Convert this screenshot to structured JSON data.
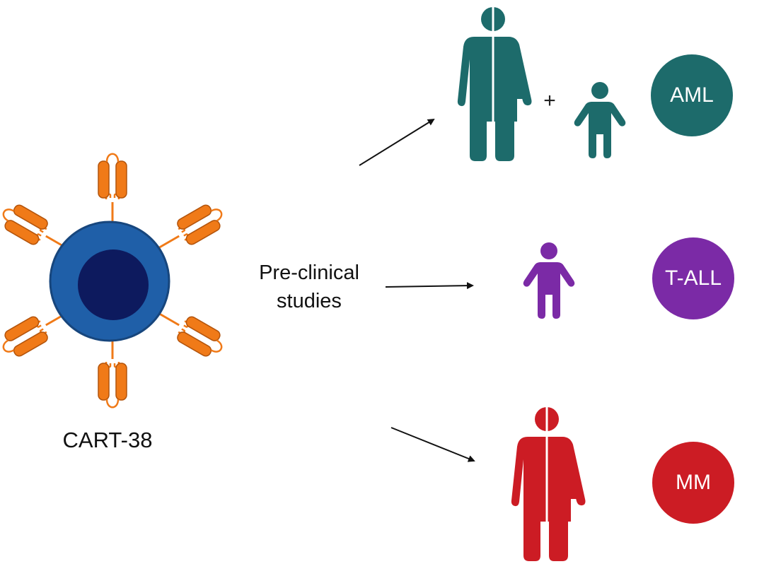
{
  "cell": {
    "label": "CART-38",
    "membrane_color": "#1f5fa8",
    "nucleus_color": "#0d1a5e",
    "receptor_color": "#f07a18"
  },
  "process": {
    "line1": "Pre-clinical",
    "line2": "studies"
  },
  "targets": [
    {
      "badge": "AML",
      "color": "#1d6b6b",
      "figures": [
        "adult-unisex-icon",
        "child-icon"
      ],
      "connector": "+"
    },
    {
      "badge": "T-ALL",
      "color": "#7b2aa6",
      "figures": [
        "child-icon"
      ]
    },
    {
      "badge": "MM",
      "color": "#cc1c24",
      "figures": [
        "adult-unisex-icon"
      ]
    }
  ],
  "arrow_color": "#111111"
}
